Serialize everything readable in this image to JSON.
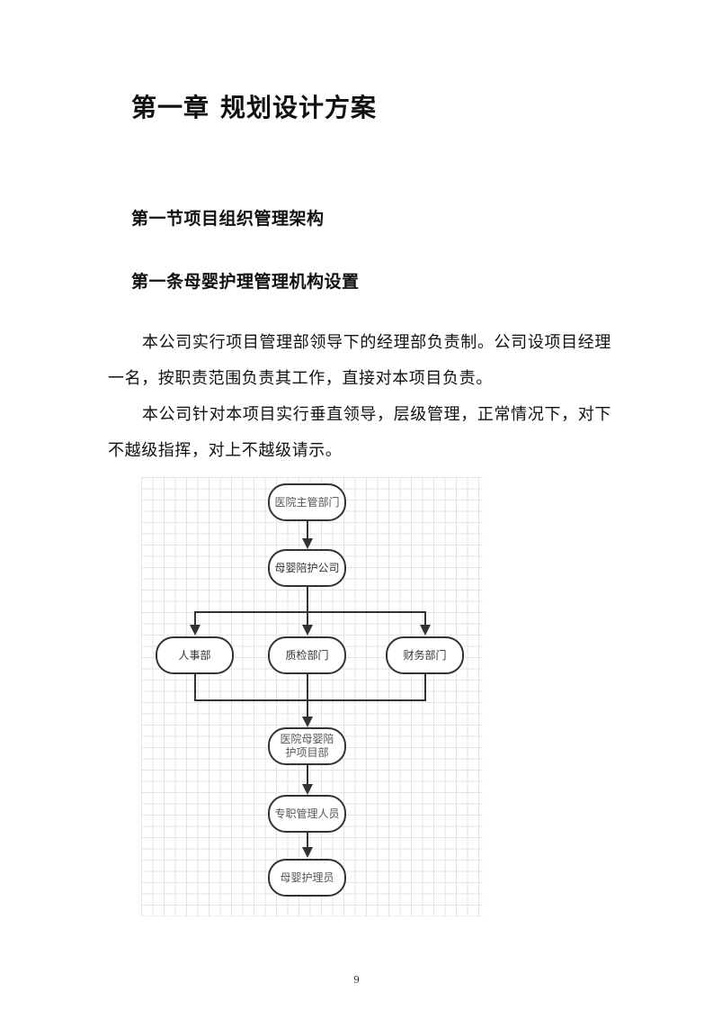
{
  "chapter_title": {
    "part1": "第一章",
    "part2": "规划设计方案"
  },
  "section_title": "第一节项目组织管理架构",
  "article_title": "第一条母婴护理管理机构设置",
  "paragraphs": [
    "本公司实行项目管理部领导下的经理部负责制。公司设项目经理一名，按职责范围负责其工作，直接对本项目负责。",
    "本公司针对本项目实行垂直领导，层级管理，正常情况下，对下不越级指挥，对上不越级请示。"
  ],
  "org_chart": {
    "nodes": [
      {
        "id": "n1",
        "label": "医院主管部门"
      },
      {
        "id": "n2",
        "label": "母婴陪护公司"
      },
      {
        "id": "n3",
        "label": "人事部"
      },
      {
        "id": "n4",
        "label": "质检部门"
      },
      {
        "id": "n5",
        "label": "财务部门"
      },
      {
        "id": "n6",
        "label": "医院母婴陪护项目部"
      },
      {
        "id": "n7",
        "label": "专职管理人员"
      },
      {
        "id": "n8",
        "label": "母婴护理员"
      }
    ],
    "edges": [
      [
        "n1",
        "n2"
      ],
      [
        "n2",
        "n3"
      ],
      [
        "n2",
        "n4"
      ],
      [
        "n2",
        "n5"
      ],
      [
        "n3",
        "n6"
      ],
      [
        "n4",
        "n6"
      ],
      [
        "n5",
        "n6"
      ],
      [
        "n6",
        "n7"
      ],
      [
        "n7",
        "n8"
      ]
    ]
  },
  "page_number": "9"
}
